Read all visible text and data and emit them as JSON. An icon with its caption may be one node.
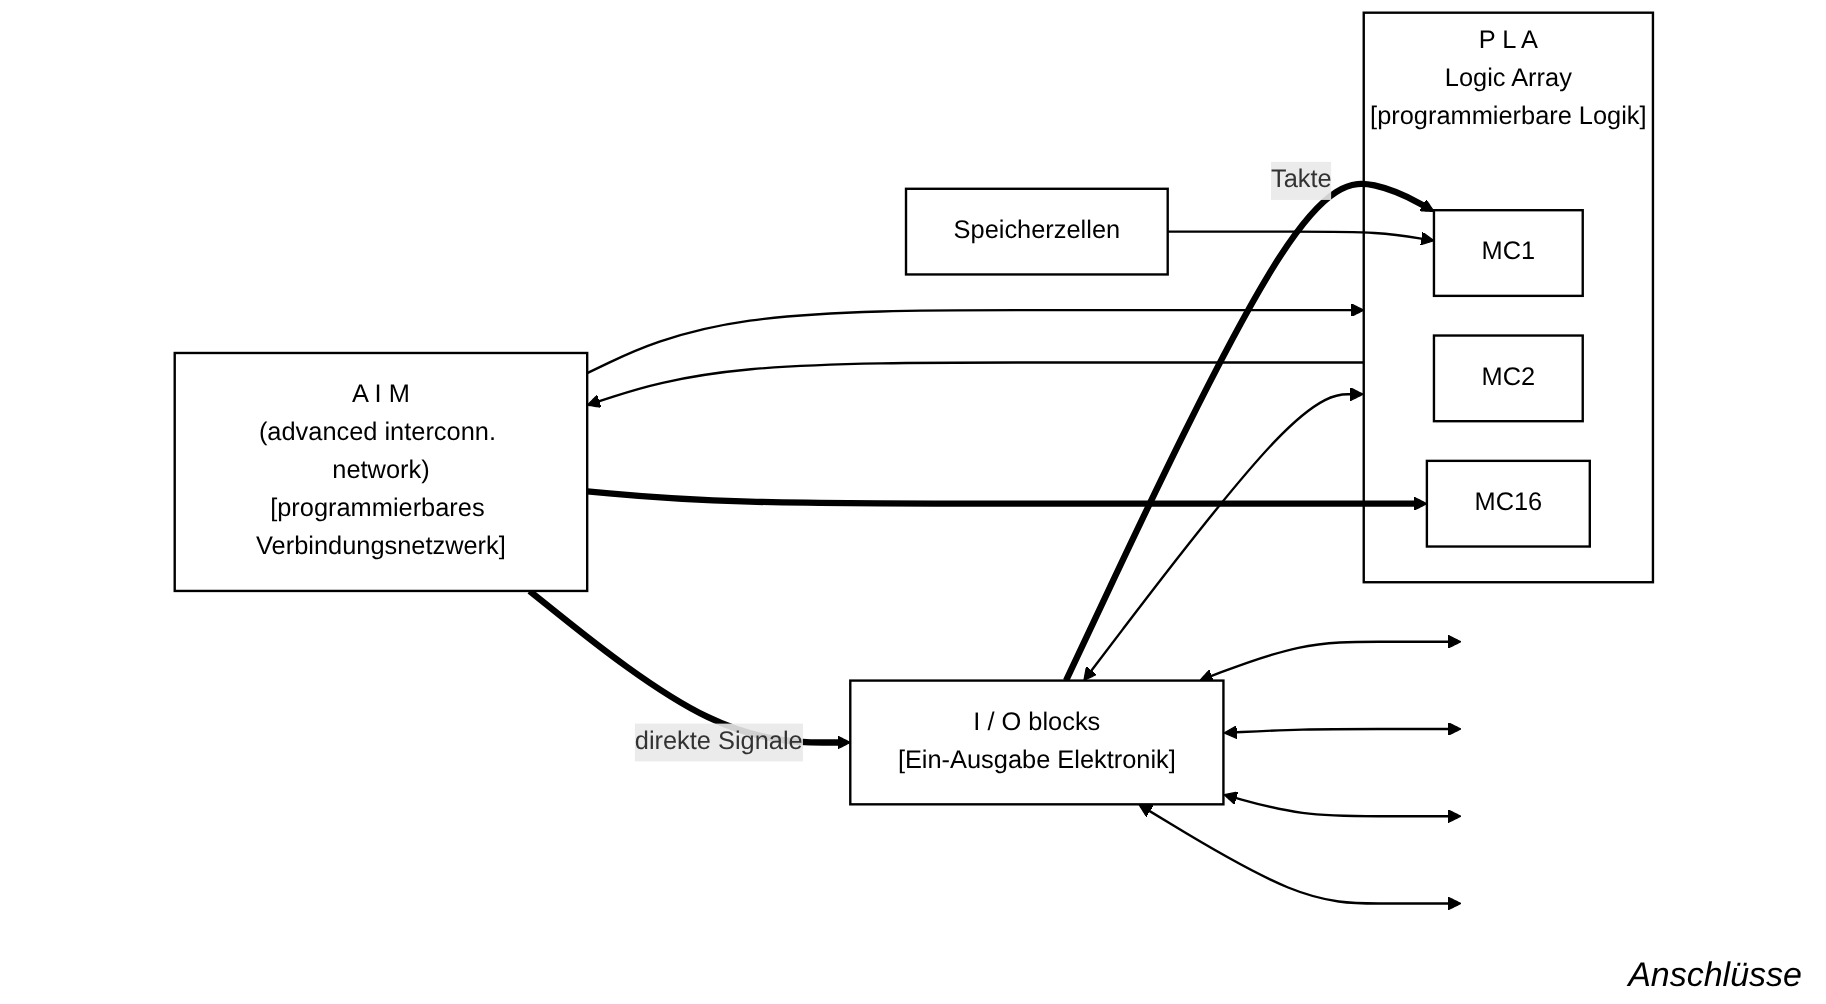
{
  "diagram": {
    "nodes": [
      {
        "text": [
          "A I M",
          "(advanced interconn. network)",
          "[programmierbares Verbindungsnetzwerk]"
        ]
      },
      {
        "text": [
          "P L A",
          "Logic Array",
          "[programmierbare Logik]"
        ]
      },
      {
        "text": [
          "MC1"
        ],
        "in": 1
      },
      {
        "text": [
          "MC2"
        ],
        "in": 1
      },
      {
        "text": [
          "MC16"
        ],
        "in": 1
      },
      {
        "text": [
          "I / O blocks",
          "[Ein-Ausgabe Elektronik]"
        ]
      },
      {
        "text": [
          "Speicherzellen"
        ]
      }
    ],
    "edges": [
      {
        "from": 0,
        "to": 1,
        "arrow": "to"
      },
      {
        "from": 1,
        "to": 0,
        "arrow": "to"
      },
      {
        "from": 1,
        "to": 5,
        "arrow": "both"
      },
      {
        "from": 5,
        "to": 2,
        "label": "Takte",
        "arrow": "to",
        "style": "thick"
      },
      {
        "from": 6,
        "to": 2,
        "arrow": "to"
      },
      {
        "from": 0,
        "to": 5,
        "label": "direkte Signale",
        "arrow": "to",
        "style": "thick"
      },
      {
        "from": 0,
        "to": 4,
        "arrow": "to",
        "style": "thick"
      },
      {
        "from": 5,
        "to": null,
        "arrow": "both"
      },
      {
        "from": 5,
        "to": null,
        "arrow": "both"
      },
      {
        "from": 5,
        "to": null,
        "arrow": "both"
      },
      {
        "from": 5,
        "to": null,
        "arrow": "both"
      }
    ],
    "labels": [
      "Anschlüsse"
    ]
  }
}
